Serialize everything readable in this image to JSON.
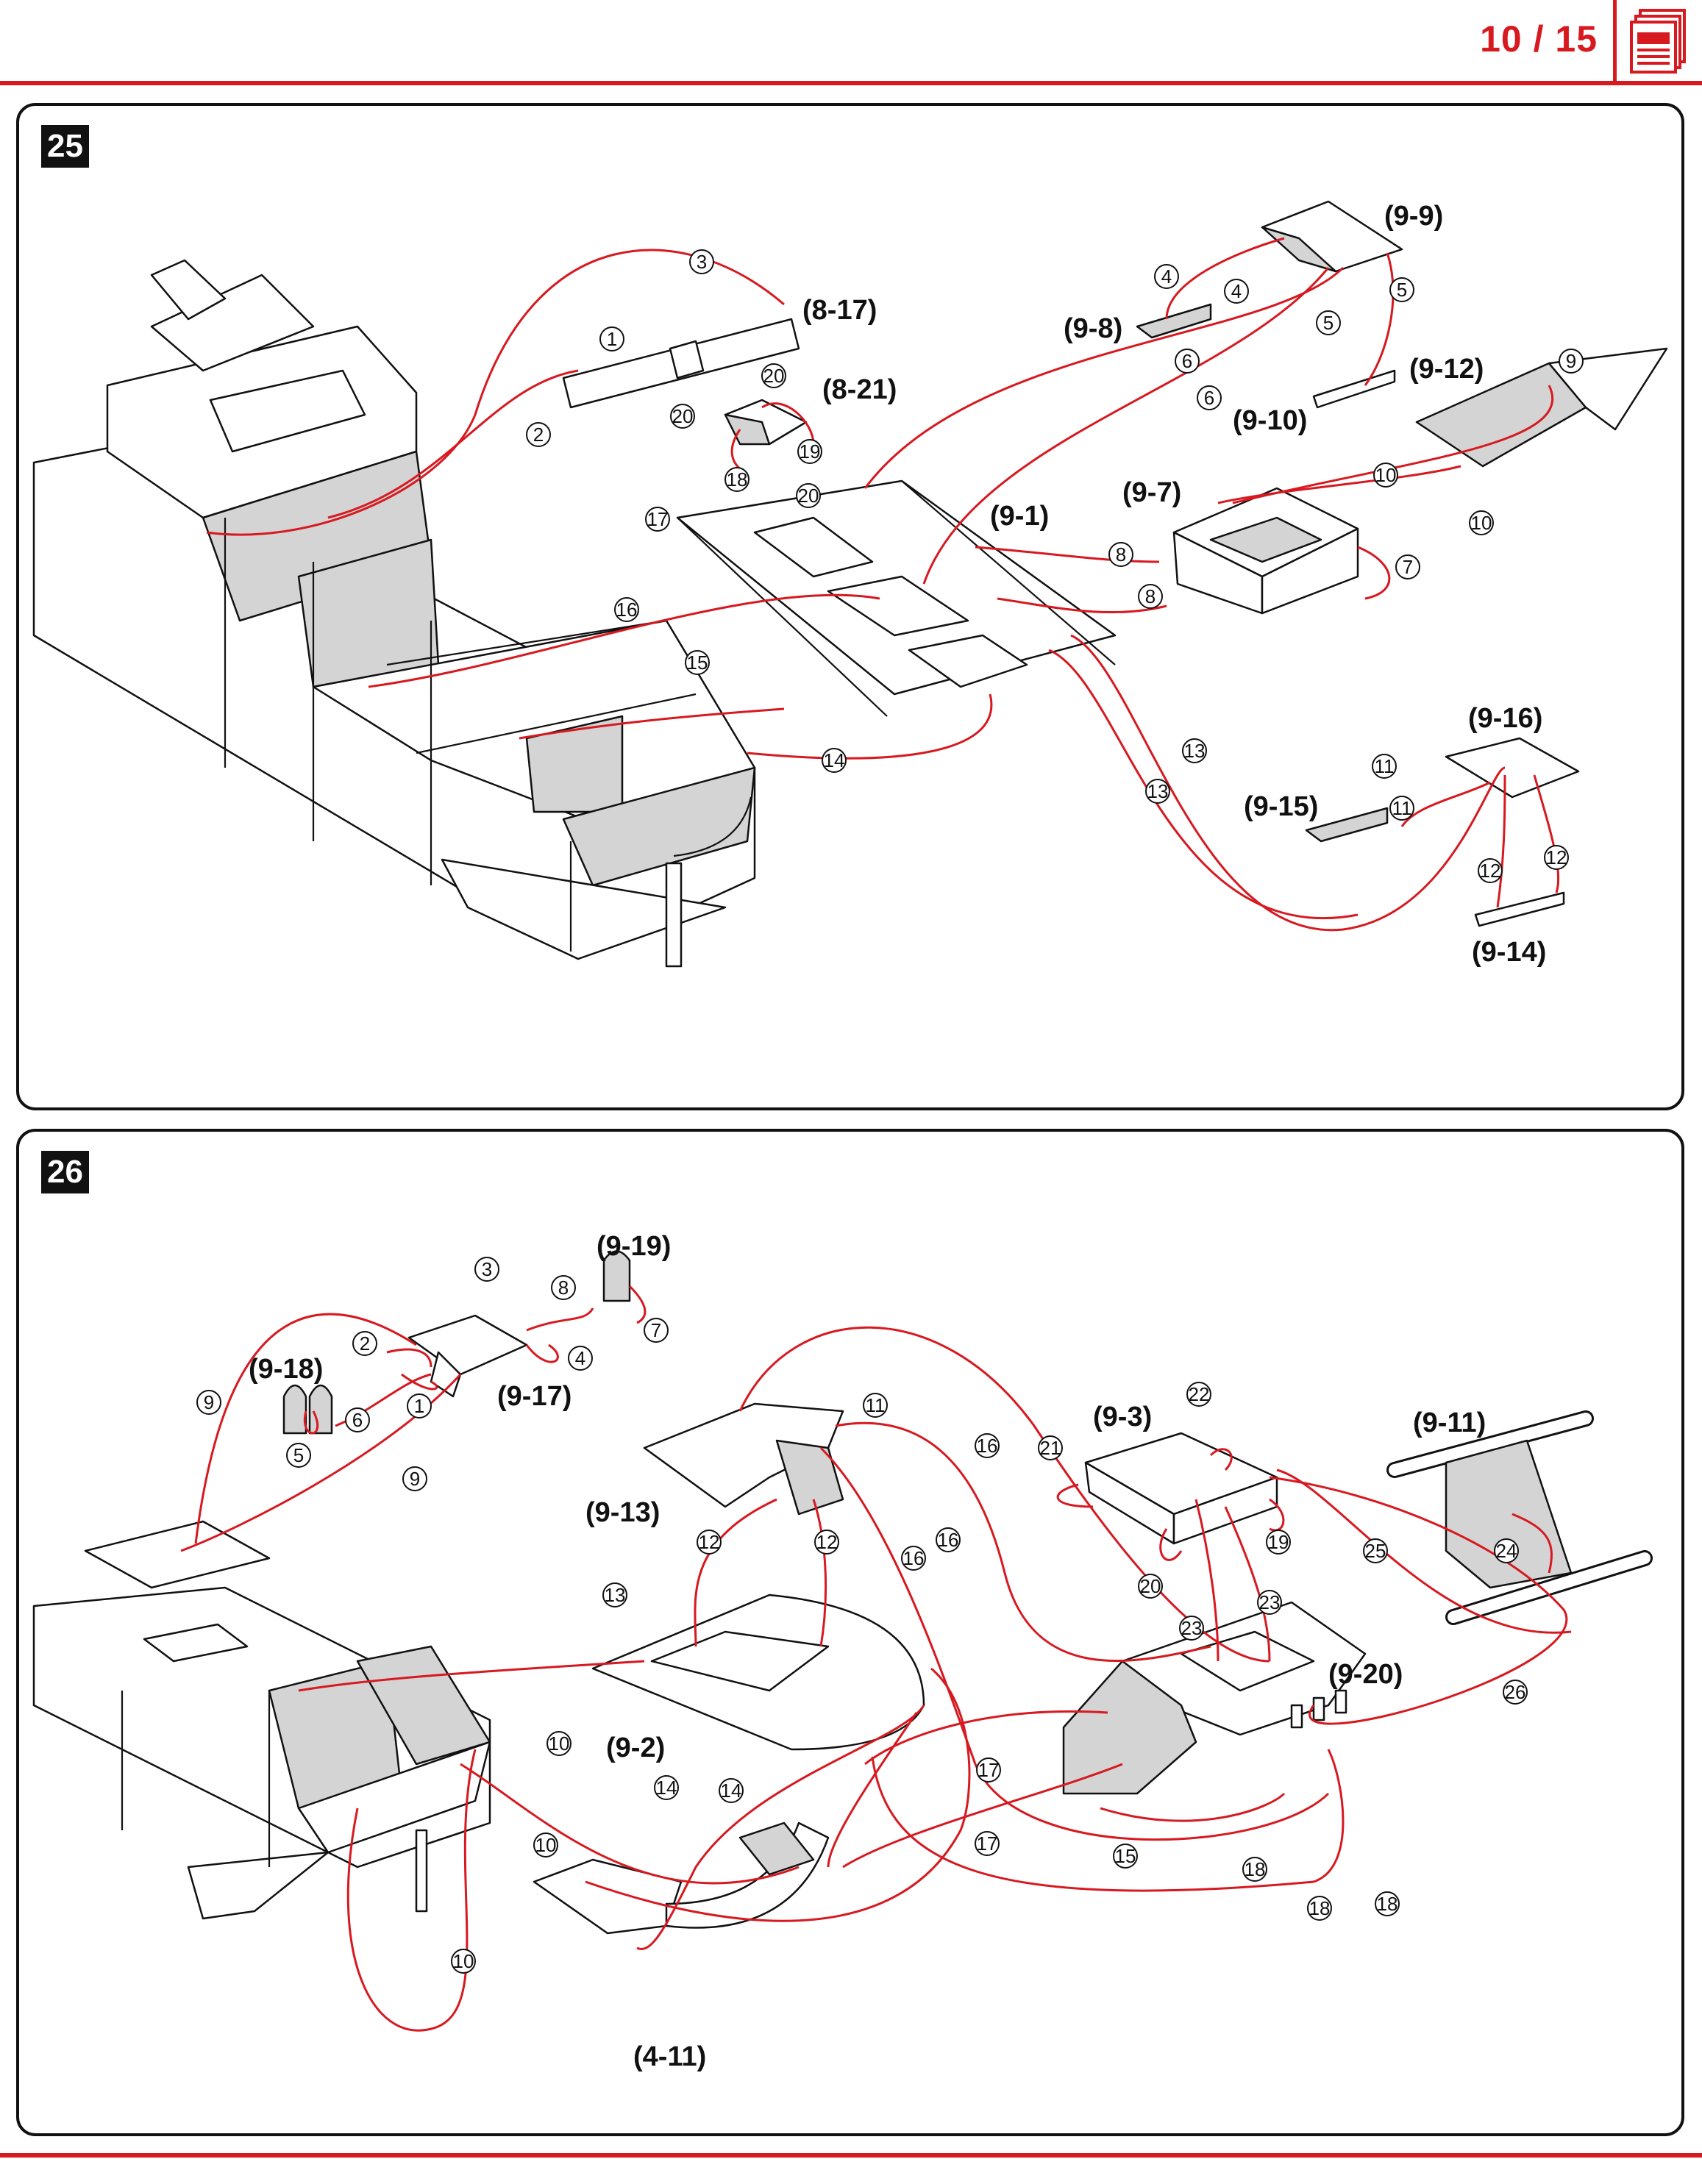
{
  "header": {
    "page_counter": "10 / 15",
    "icon": "document-stack-icon",
    "accent_color": "#d71920"
  },
  "steps": [
    {
      "number": "25",
      "parts": [
        "(9-9)",
        "(8-17)",
        "(9-8)",
        "(8-21)",
        "(9-12)",
        "(9-10)",
        "(9-7)",
        "(9-1)",
        "(9-16)",
        "(9-15)",
        "(9-14)"
      ],
      "glue_numbers": [
        "1",
        "2",
        "3",
        "4",
        "4",
        "5",
        "5",
        "6",
        "6",
        "7",
        "8",
        "8",
        "9",
        "10",
        "10",
        "11",
        "11",
        "12",
        "12",
        "13",
        "13",
        "14",
        "15",
        "16",
        "17",
        "18",
        "19",
        "20",
        "20",
        "20"
      ]
    },
    {
      "number": "26",
      "parts": [
        "(9-19)",
        "(9-18)",
        "(9-17)",
        "(9-3)",
        "(9-11)",
        "(9-13)",
        "(9-20)",
        "(9-2)",
        "(4-11)"
      ],
      "glue_numbers": [
        "1",
        "2",
        "3",
        "4",
        "5",
        "6",
        "7",
        "8",
        "9",
        "9",
        "10",
        "10",
        "10",
        "11",
        "12",
        "12",
        "13",
        "14",
        "14",
        "15",
        "16",
        "16",
        "16",
        "17",
        "17",
        "18",
        "18",
        "18",
        "19",
        "20",
        "21",
        "22",
        "23",
        "23",
        "24",
        "25",
        "26"
      ]
    }
  ]
}
